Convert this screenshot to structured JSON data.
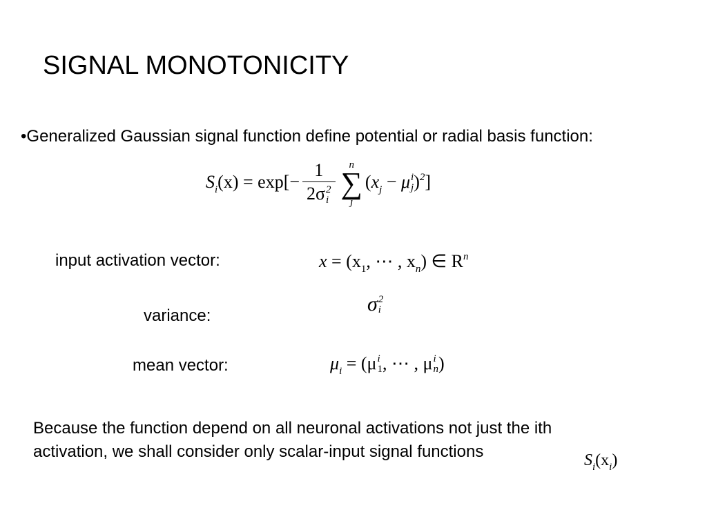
{
  "slide": {
    "title": "SIGNAL MONOTONICITY",
    "bullet_text": "•Generalized Gaussian signal function define potential or radial basis function:",
    "labels": {
      "input_activation": "input activation vector:",
      "variance": "variance:",
      "mean_vector": "mean vector:"
    },
    "paragraph_line1": "Because the function depend on all neuronal activations not just the ith",
    "paragraph_line2": "activation, we shall consider only scalar-input signal functions"
  },
  "equations": {
    "gaussian": {
      "lhs_S": "S",
      "lhs_i": "i",
      "lhs_arg": "(x)",
      "equals_exp": "= exp[−",
      "frac_num": "1",
      "frac_den": "2σ",
      "frac_den_sup": "2",
      "frac_den_sub": "i",
      "sum_top": "n",
      "sum_symbol": "∑",
      "sum_bottom": "j",
      "open": "(",
      "x": "x",
      "x_sub": "j",
      "minus": "−",
      "mu": "μ",
      "mu_sup": "i",
      "mu_sub": "j",
      "close": ")",
      "power": "2",
      "bracket": "]"
    },
    "input_vector": {
      "lhs": "x",
      "rhs_start": "= (x",
      "sub1": "1",
      "dots": ", ⋯ , x",
      "subn": "n",
      "rhs_end": ") ∈ R",
      "supn": "n"
    },
    "variance": {
      "sigma": "σ",
      "sup": "2",
      "sub": "i"
    },
    "mean_vector": {
      "mu": "μ",
      "sub_i": "i",
      "rhs_start": "= (μ",
      "sup1": "i",
      "sub1": "1",
      "dots": ", ⋯ , μ",
      "supn": "i",
      "subn": "n",
      "rhs_end": ")"
    },
    "scalar_signal": {
      "S": "S",
      "sub": "i",
      "arg_open": "(x",
      "arg_sub": "i",
      "arg_close": ")"
    }
  }
}
